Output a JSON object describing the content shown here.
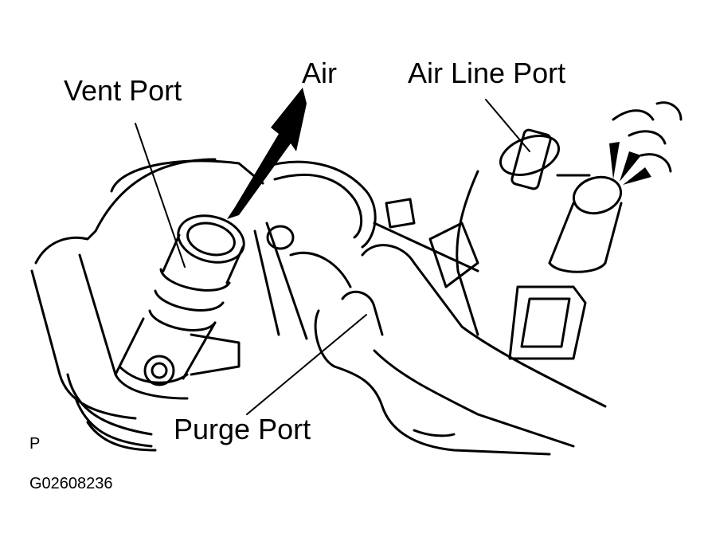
{
  "labels": {
    "vent_port": "Vent Port",
    "air": "Air",
    "air_line_port": "Air Line Port",
    "purge_port": "Purge Port",
    "marker": "P",
    "figure_code": "G02608236"
  },
  "colors": {
    "ink": "#000000",
    "paper": "#ffffff"
  }
}
